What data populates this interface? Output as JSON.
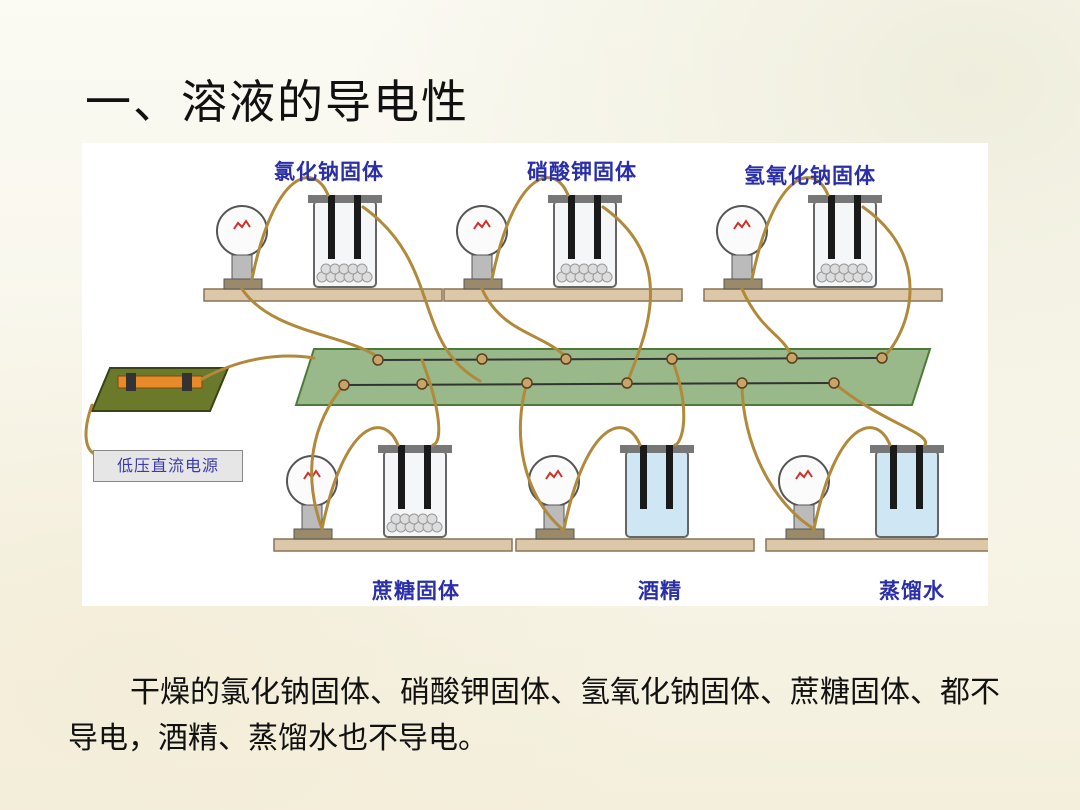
{
  "slide": {
    "title": "一、溶液的导电性",
    "body": "干燥的氯化钠固体、硝酸钾固体、氢氧化钠固体、蔗糖固体、都不导电，酒精、蒸馏水也不导电。"
  },
  "figure": {
    "power_label": "低压直流电源",
    "experiments": [
      {
        "label": "氯化钠固体",
        "contents": "solid"
      },
      {
        "label": "硝酸钾固体",
        "contents": "solid"
      },
      {
        "label": "氢氧化钠固体",
        "contents": "solid"
      },
      {
        "label": "蔗糖固体",
        "contents": "solid"
      },
      {
        "label": "酒精",
        "contents": "liquid"
      },
      {
        "label": "蒸馏水",
        "contents": "liquid"
      }
    ],
    "colors": {
      "wire": "#b08a3a",
      "board": "#dcc8a8",
      "liquid": "#cfe6f5",
      "electrode": "#1a1a1a",
      "label": "#2a2fa8",
      "power_supply": "#6b7a2a"
    }
  }
}
